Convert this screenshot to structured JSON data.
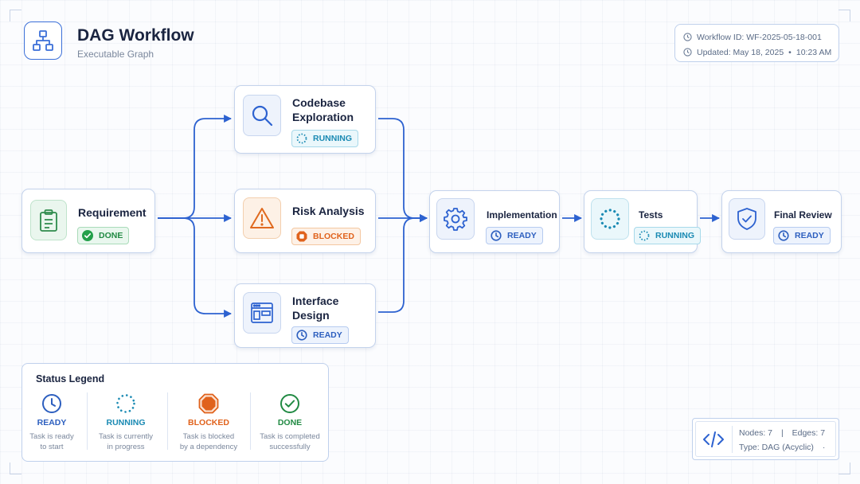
{
  "header": {
    "title": "DAG Workflow",
    "subtitle": "Executable Graph",
    "icon": "hierarchy-icon"
  },
  "info": {
    "workflow_id": "Workflow ID: WF-2025-05-18-001",
    "updated_date": "Updated: May 18, 2025",
    "separator": "•",
    "updated_time": "10:23 AM"
  },
  "nodes": {
    "requirement": {
      "label": "Requirement",
      "status": "DONE",
      "icon": "clipboard-icon"
    },
    "codebase": {
      "label_line1": "Codebase",
      "label_line2": "Exploration",
      "status": "RUNNING",
      "icon": "search-icon"
    },
    "risk": {
      "label": "Risk Analysis",
      "status": "BLOCKED",
      "icon": "warning-icon"
    },
    "interface": {
      "label_line1": "Interface",
      "label_line2": "Design",
      "status": "READY",
      "icon": "window-layout-icon"
    },
    "implementation": {
      "label": "Implementation",
      "status": "READY",
      "icon": "gear-icon"
    },
    "tests": {
      "label": "Tests",
      "status": "RUNNING",
      "icon": "spinner-icon"
    },
    "final_review": {
      "label": "Final Review",
      "status": "READY",
      "icon": "shield-check-icon"
    }
  },
  "edges": [
    [
      "requirement",
      "codebase"
    ],
    [
      "requirement",
      "risk"
    ],
    [
      "requirement",
      "interface"
    ],
    [
      "codebase",
      "implementation"
    ],
    [
      "risk",
      "implementation"
    ],
    [
      "interface",
      "implementation"
    ],
    [
      "implementation",
      "tests"
    ],
    [
      "tests",
      "final_review"
    ]
  ],
  "legend": {
    "title": "Status Legend",
    "items": [
      {
        "name": "READY",
        "desc1": "Task is ready",
        "desc2": "to start",
        "color": "#2d5fbf"
      },
      {
        "name": "RUNNING",
        "desc1": "Task is currently",
        "desc2": "in progress",
        "color": "#1a8ab3"
      },
      {
        "name": "BLOCKED",
        "desc1": "Task is blocked",
        "desc2": "by a dependency",
        "color": "#e0621c"
      },
      {
        "name": "DONE",
        "desc1": "Task is completed",
        "desc2": "successfully",
        "color": "#218a43"
      }
    ]
  },
  "stats": {
    "nodes": "Nodes:  7",
    "sep": "|",
    "edges": "Edges:  7",
    "type": "Type:  DAG (Acyclic)",
    "dot": "·"
  },
  "colors": {
    "accent": "#2d62d0",
    "edge": "#2d62d0",
    "done": "#218a43",
    "running": "#1a8ab3",
    "blocked": "#e0621c",
    "ready": "#2d5fbf"
  }
}
